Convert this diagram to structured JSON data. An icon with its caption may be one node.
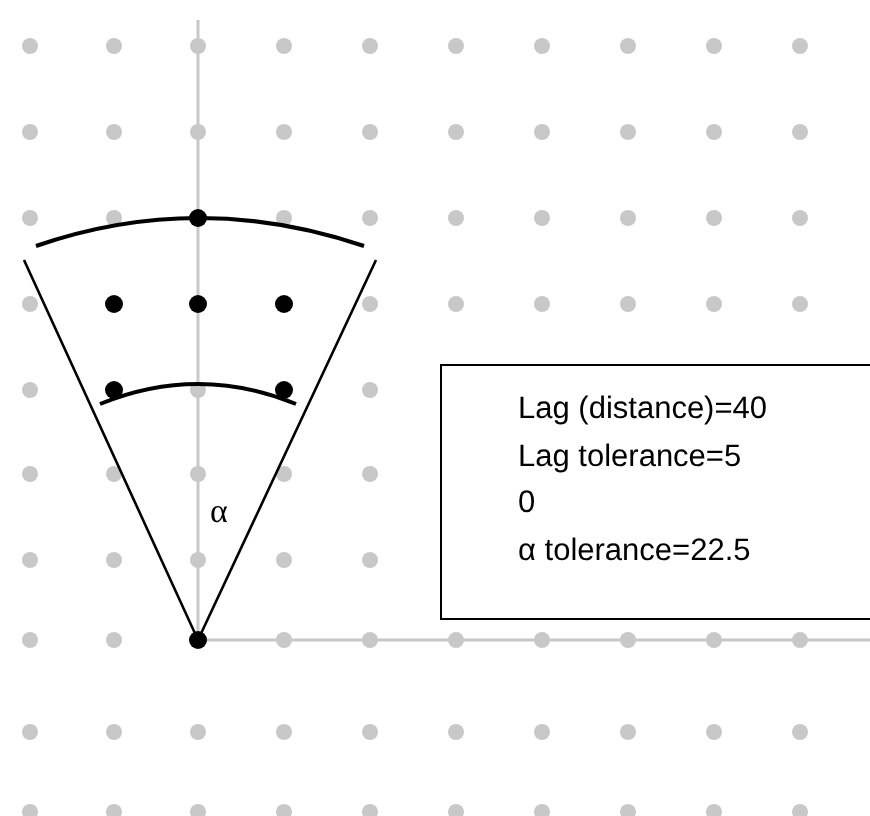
{
  "diagram": {
    "nodes": [
      {
        "text": [
          "Lag (distance)=40",
          "Lag tolerance=5",
          "0",
          "α tolerance=22.5"
        ]
      }
    ],
    "edges": [],
    "labels": [
      "α"
    ]
  }
}
